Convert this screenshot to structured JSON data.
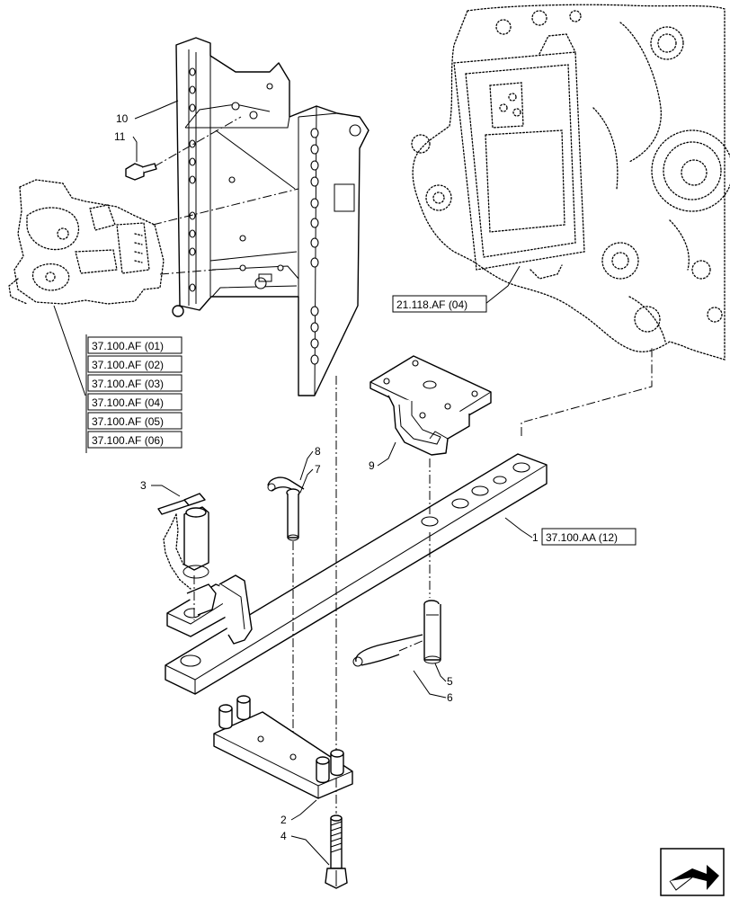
{
  "labels": {
    "p1": "1",
    "p2": "2",
    "p3": "3",
    "p4": "4",
    "p5": "5",
    "p6": "6",
    "p7": "7",
    "p8": "8",
    "p9": "9",
    "p10": "10",
    "p11": "11"
  },
  "references": {
    "housing": "21.118.AF (04)",
    "drawbar": "37.100.AA (12)",
    "hitch_list": [
      "37.100.AF (01)",
      "37.100.AF (02)",
      "37.100.AF (03)",
      "37.100.AF (04)",
      "37.100.AF (05)",
      "37.100.AF (06)"
    ]
  },
  "icons": {
    "corner": "next-page-arrow-icon"
  }
}
